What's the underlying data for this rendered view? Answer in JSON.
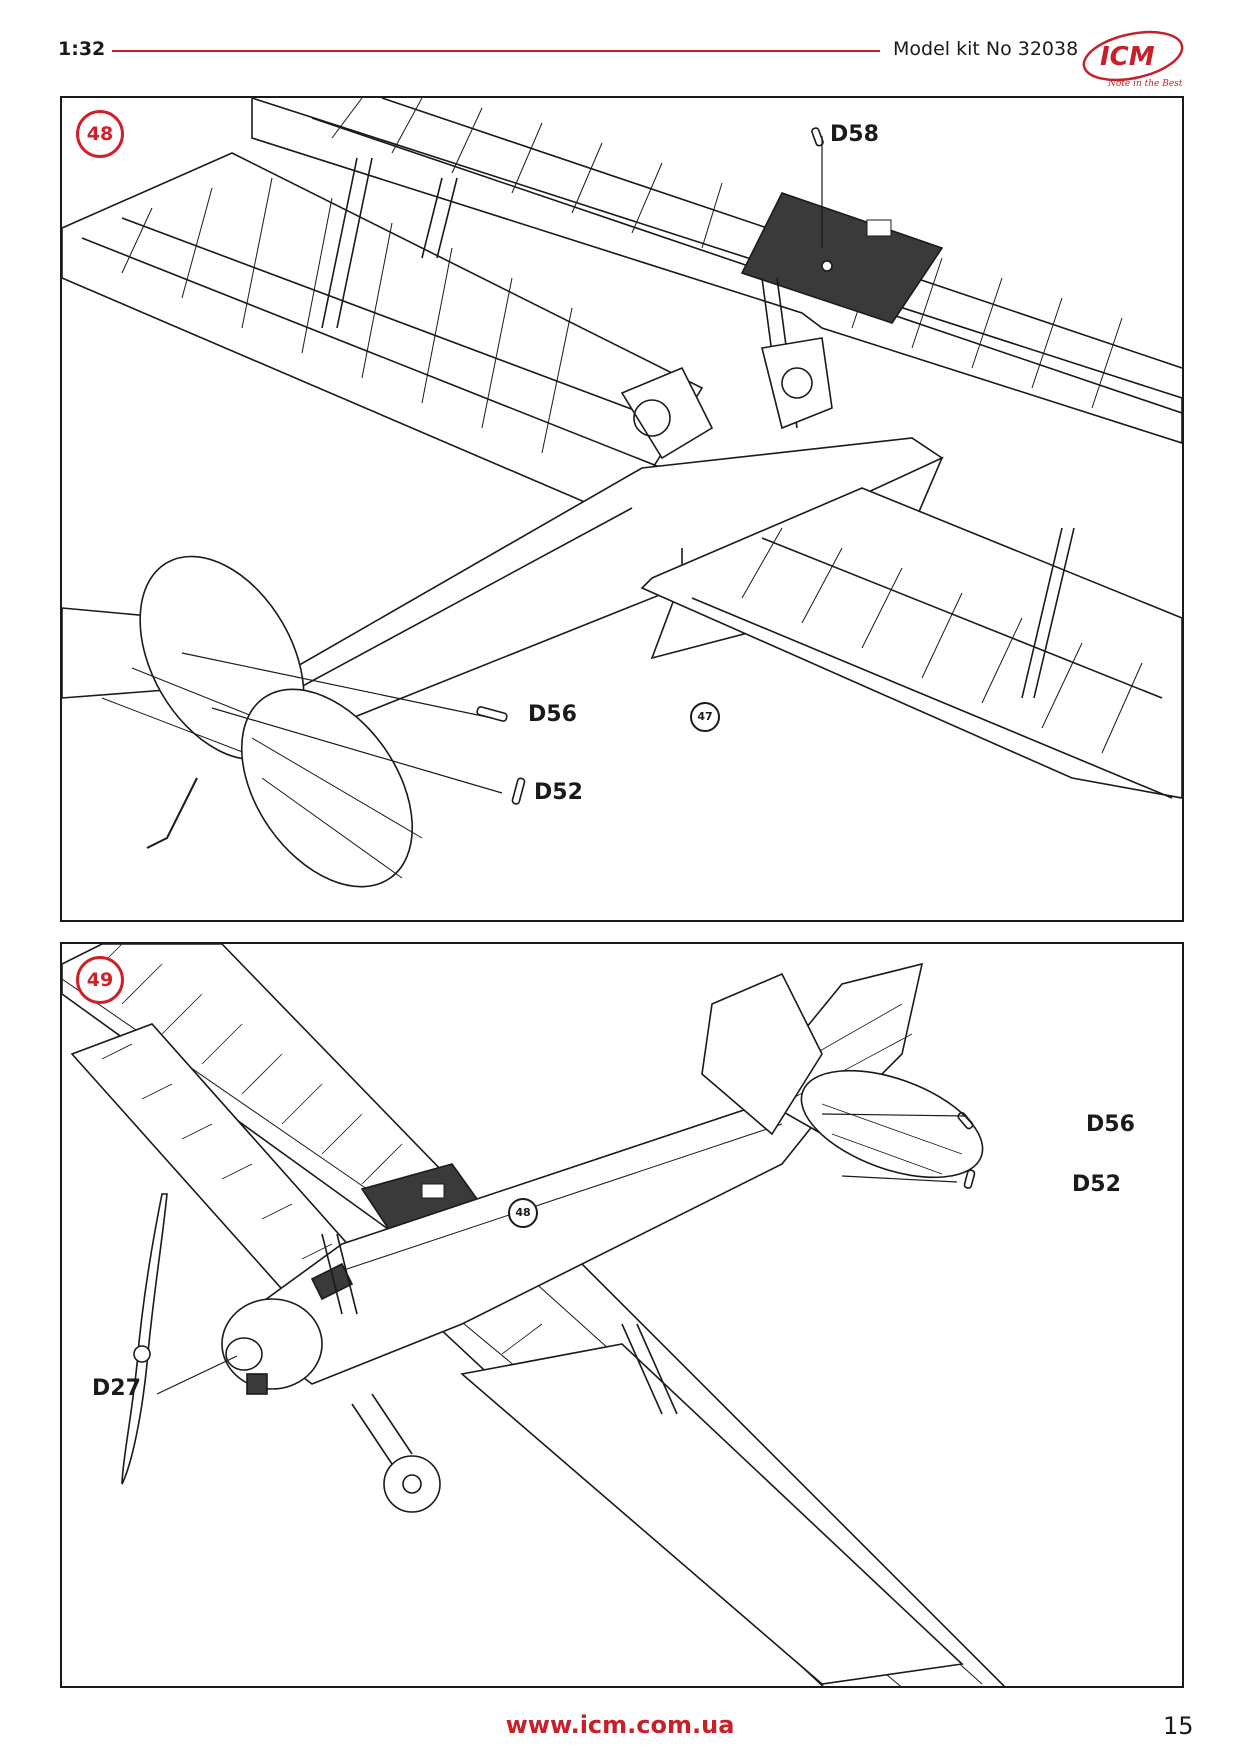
{
  "header": {
    "scale": "1:32",
    "kit_number": "Model kit No 32038"
  },
  "logo": {
    "brand": "ICM",
    "tagline": "Note in the Best",
    "color": "#c8202a"
  },
  "steps": [
    {
      "number": "48",
      "parts": {
        "top": "D58",
        "middle": "D56",
        "bottom": "D52"
      },
      "reference_step": "47"
    },
    {
      "number": "49",
      "parts": {
        "propeller": "D27",
        "fin_top": "D56",
        "fin_bottom": "D52"
      },
      "reference_step": "48"
    }
  ],
  "footer": {
    "website": "www.icm.com.ua",
    "page_number": "15"
  },
  "colors": {
    "accent": "#c8202a",
    "line": "#1a1a1a",
    "covering": "#3a3a3a"
  }
}
